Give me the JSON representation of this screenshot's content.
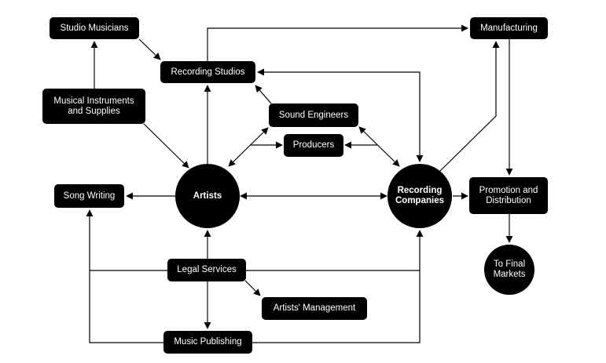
{
  "diagram": {
    "title": "Music Industry Value Chain",
    "colors": {
      "node_fill": "#000000",
      "node_text": "#ffffff",
      "edge": "#000000",
      "background": "#ffffff"
    },
    "nodes": {
      "studio_musicians": {
        "label": "Studio Musicians",
        "shape": "box"
      },
      "recording_studios": {
        "label": "Recording Studios",
        "shape": "box"
      },
      "musical_instruments": {
        "label": "Musical Instruments and Supplies",
        "shape": "box"
      },
      "sound_engineers": {
        "label": "Sound Engineers",
        "shape": "box"
      },
      "producers": {
        "label": "Producers",
        "shape": "box"
      },
      "manufacturing": {
        "label": "Manufacturing",
        "shape": "box"
      },
      "artists": {
        "label": "Artists",
        "shape": "circle"
      },
      "recording_companies": {
        "label": "Recording Companies",
        "shape": "circle"
      },
      "song_writing": {
        "label": "Song Writing",
        "shape": "box"
      },
      "promotion_distribution": {
        "label": "Promotion and Distribution",
        "shape": "box"
      },
      "final_markets": {
        "label": "To Final Markets",
        "shape": "circle"
      },
      "legal_services": {
        "label": "Legal Services",
        "shape": "box"
      },
      "artists_management": {
        "label": "Artists' Management",
        "shape": "box"
      },
      "music_publishing": {
        "label": "Music Publishing",
        "shape": "box"
      }
    },
    "edges": [
      {
        "from": "musical_instruments",
        "to": "studio_musicians",
        "direction": "forward"
      },
      {
        "from": "studio_musicians",
        "to": "recording_studios",
        "direction": "forward"
      },
      {
        "from": "musical_instruments",
        "to": "artists",
        "direction": "forward"
      },
      {
        "from": "artists",
        "to": "recording_studios",
        "direction": "forward"
      },
      {
        "from": "recording_studios",
        "to": "manufacturing",
        "direction": "forward"
      },
      {
        "from": "sound_engineers",
        "to": "recording_studios",
        "direction": "forward"
      },
      {
        "from": "recording_companies",
        "to": "recording_studios",
        "direction": "both"
      },
      {
        "from": "artists",
        "to": "sound_engineers",
        "direction": "both"
      },
      {
        "from": "artists",
        "to": "producers",
        "direction": "forward"
      },
      {
        "from": "recording_companies",
        "to": "sound_engineers",
        "direction": "both"
      },
      {
        "from": "recording_companies",
        "to": "producers",
        "direction": "forward"
      },
      {
        "from": "artists",
        "to": "song_writing",
        "direction": "forward"
      },
      {
        "from": "artists",
        "to": "recording_companies",
        "direction": "both"
      },
      {
        "from": "recording_companies",
        "to": "manufacturing",
        "direction": "forward"
      },
      {
        "from": "manufacturing",
        "to": "promotion_distribution",
        "direction": "forward"
      },
      {
        "from": "recording_companies",
        "to": "promotion_distribution",
        "direction": "forward"
      },
      {
        "from": "promotion_distribution",
        "to": "final_markets",
        "direction": "forward"
      },
      {
        "from": "legal_services",
        "to": "artists",
        "direction": "forward"
      },
      {
        "from": "legal_services",
        "to": "music_publishing",
        "direction": "forward"
      },
      {
        "from": "legal_services",
        "to": "artists_management",
        "direction": "forward"
      },
      {
        "from": "legal_services",
        "to": "song_writing",
        "direction": "forward"
      },
      {
        "from": "legal_services",
        "to": "recording_companies",
        "direction": "forward"
      },
      {
        "from": "music_publishing",
        "to": "song_writing",
        "direction": "forward"
      },
      {
        "from": "music_publishing",
        "to": "recording_companies",
        "direction": "forward"
      }
    ]
  }
}
